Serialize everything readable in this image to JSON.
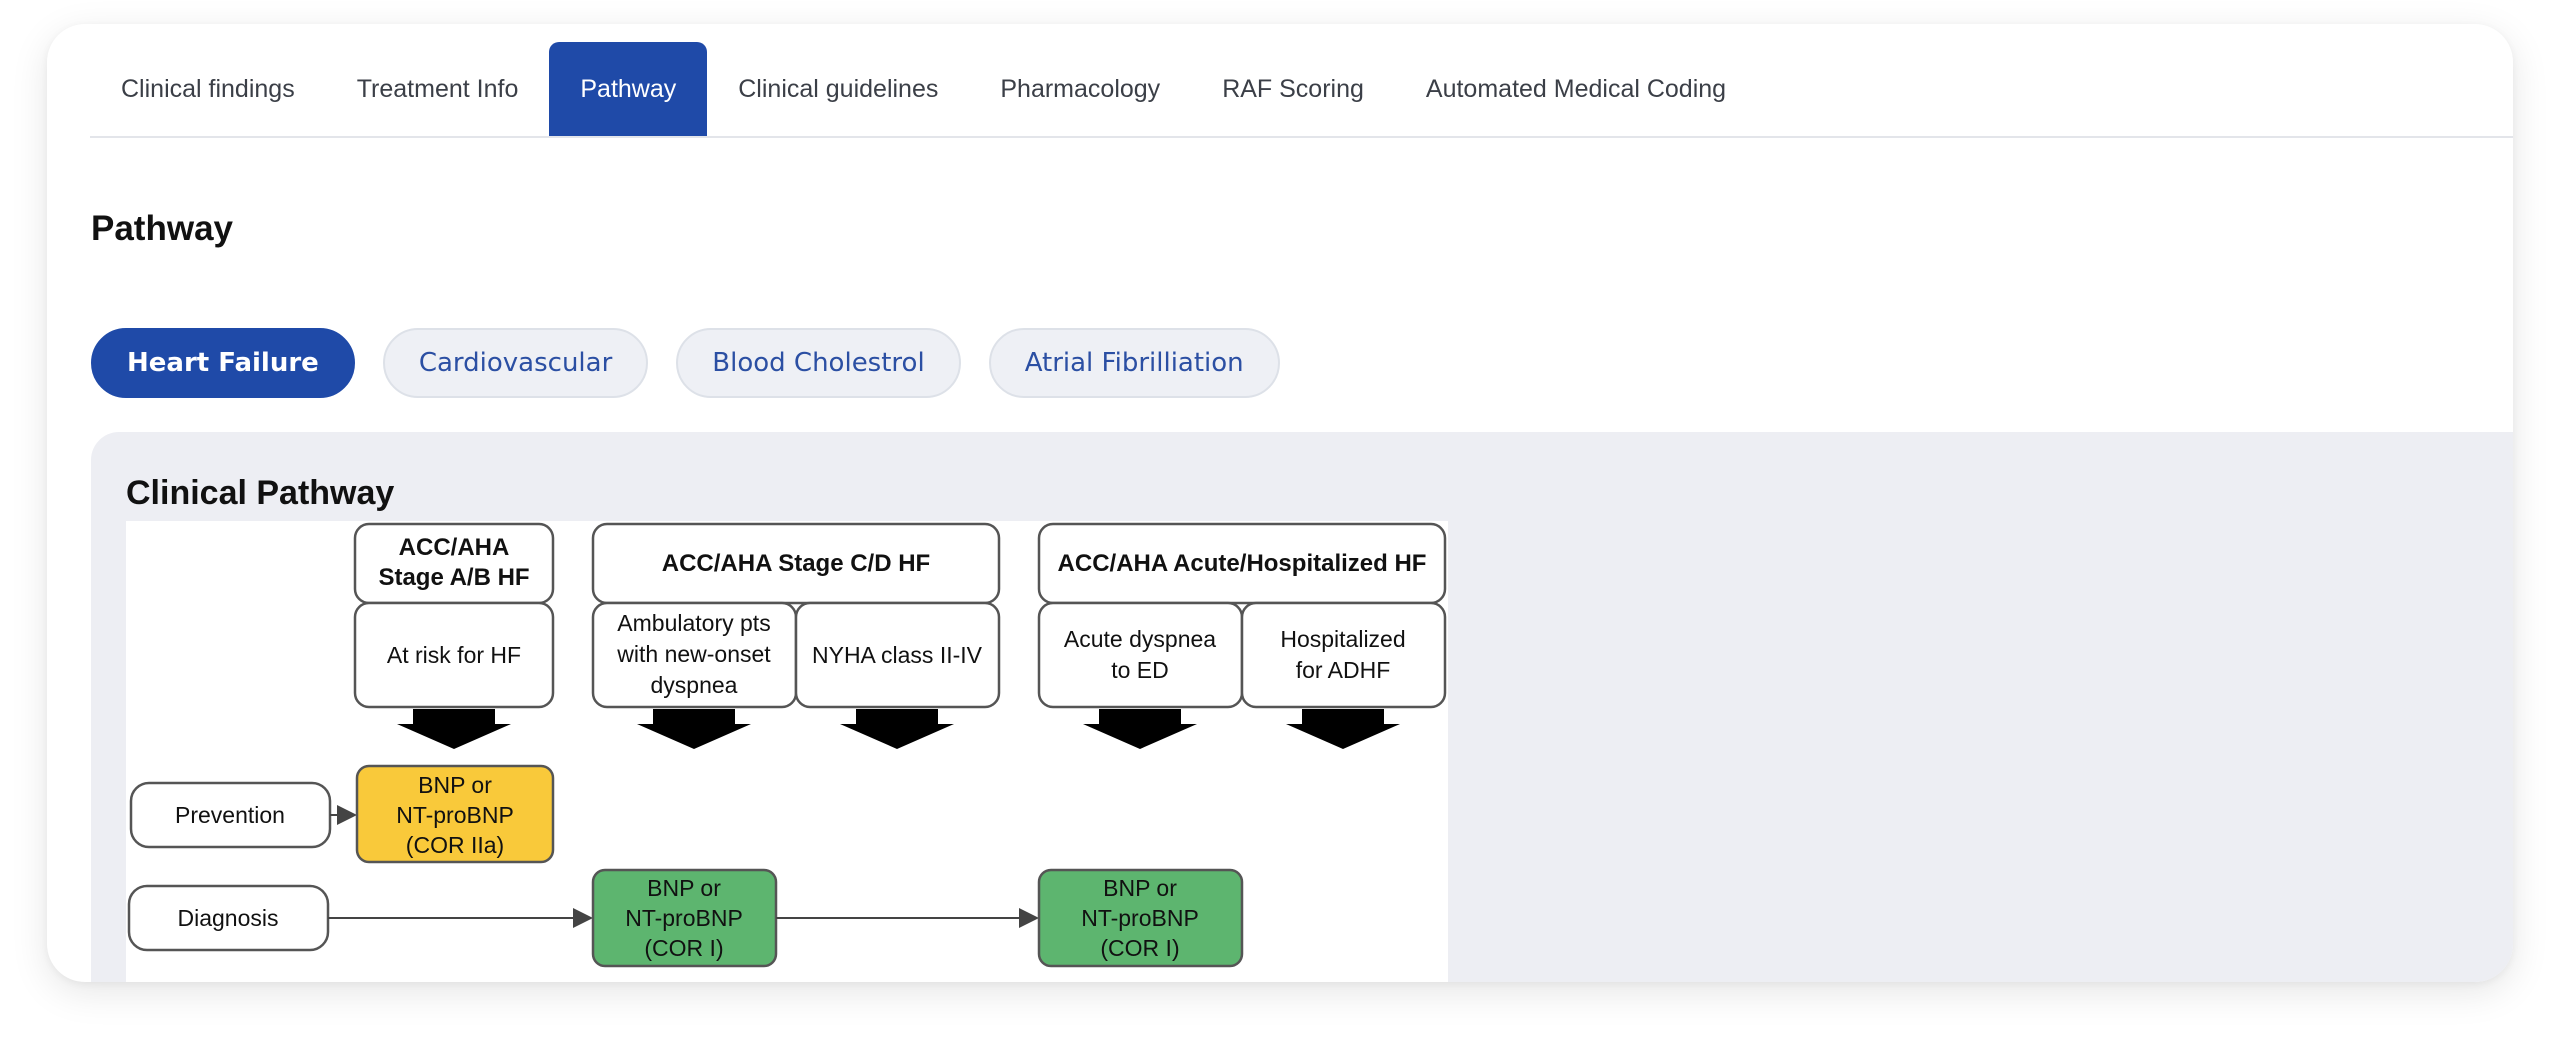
{
  "tabs": [
    {
      "label": "Clinical findings"
    },
    {
      "label": "Treatment Info"
    },
    {
      "label": "Pathway",
      "active": true
    },
    {
      "label": "Clinical guidelines"
    },
    {
      "label": "Pharmacology"
    },
    {
      "label": "RAF Scoring"
    },
    {
      "label": "Automated Medical Coding"
    }
  ],
  "page": {
    "title": "Pathway"
  },
  "chips": [
    {
      "label": "Heart Failure",
      "active": true
    },
    {
      "label": "Cardiovascular"
    },
    {
      "label": "Blood Cholestrol"
    },
    {
      "label": "Atrial Fibrilliation"
    }
  ],
  "panel": {
    "title": "Clinical Pathway"
  },
  "diagram": {
    "stage_ab": {
      "line1": "ACC/AHA",
      "line2": "Stage A/B HF"
    },
    "stage_cd": "ACC/AHA Stage C/D HF",
    "stage_acute": "ACC/AHA Acute/Hospitalized  HF",
    "at_risk": "At risk for HF",
    "ambulatory": {
      "line1": "Ambulatory pts",
      "line2": "with new-onset",
      "line3": "dyspnea"
    },
    "nyha": "NYHA class II-IV",
    "acute_dyspnea": {
      "line1": "Acute dyspnea",
      "line2": "to ED"
    },
    "hospitalized": {
      "line1": "Hospitalized",
      "line2": "for ADHF"
    },
    "prevention": "Prevention",
    "diagnosis": "Diagnosis",
    "bnp_prevention": {
      "line1": "BNP or",
      "line2": "NT-proBNP",
      "line3": "(COR IIa)"
    },
    "bnp_diag_1": {
      "line1": "BNP or",
      "line2": "NT-proBNP",
      "line3": "(COR I)"
    },
    "bnp_diag_2": {
      "line1": "BNP or",
      "line2": "NT-proBNP",
      "line3": "(COR I)"
    }
  },
  "colors": {
    "accent": "#1f4aa8",
    "prevention_box": "#f9c93a",
    "diagnosis_box": "#5db56f",
    "panel_bg": "#edeef3"
  }
}
